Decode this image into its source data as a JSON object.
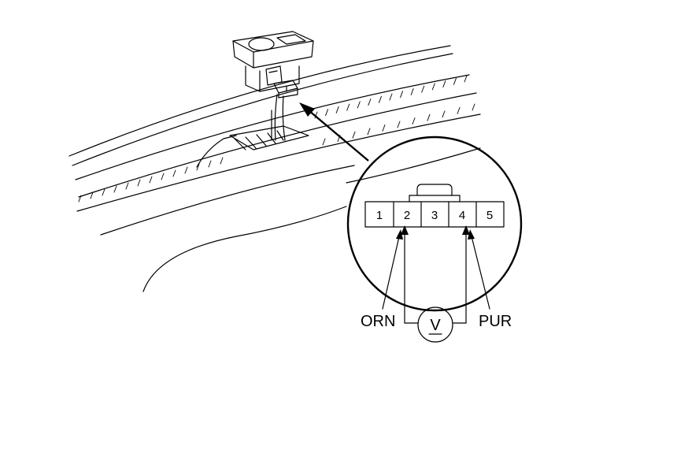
{
  "connector": {
    "pins": [
      "1",
      "2",
      "3",
      "4",
      "5"
    ]
  },
  "wires": {
    "left_label": "ORN",
    "right_label": "PUR"
  },
  "meter": {
    "symbol": "V",
    "icon": "voltmeter-icon"
  }
}
